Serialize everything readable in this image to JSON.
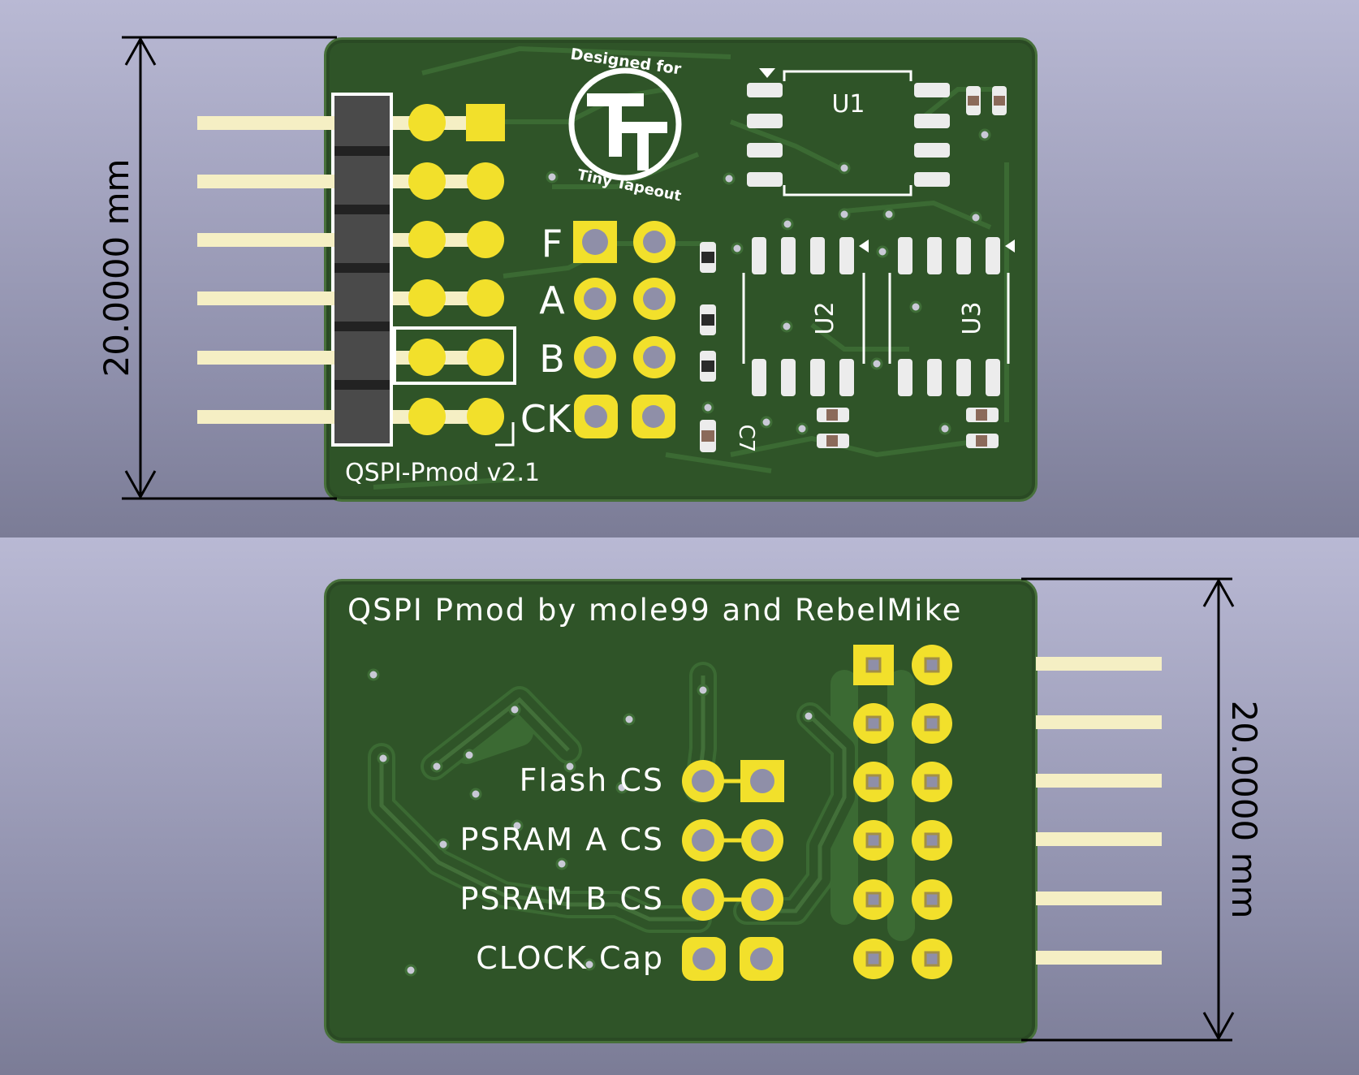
{
  "top_view": {
    "dimension_label": "20.0000 mm",
    "board_title": "QSPI-Pmod v2.1",
    "logo": {
      "line1": "Designed for",
      "line2": "Tiny Tapeout",
      "mark": "TT"
    },
    "jumper_labels": [
      "F",
      "A",
      "B",
      "CK"
    ],
    "designators": {
      "u1": "U1",
      "u2": "U2",
      "u3": "U3",
      "c7": "C7"
    }
  },
  "bottom_view": {
    "credit_text": "QSPI Pmod by mole99 and RebelMike",
    "dimension_label": "20.0000 mm",
    "jumper_labels": [
      "Flash CS",
      "PSRAM A CS",
      "PSRAM B CS",
      "CLOCK Cap"
    ]
  },
  "colors": {
    "background": "#9496b2",
    "board": "#2f5428",
    "copper_pad": "#f2e02b",
    "drill": "#8f8fa8",
    "pin": "#f5efc4",
    "silkscreen": "#ffffff",
    "dimension_line": "#000000"
  }
}
